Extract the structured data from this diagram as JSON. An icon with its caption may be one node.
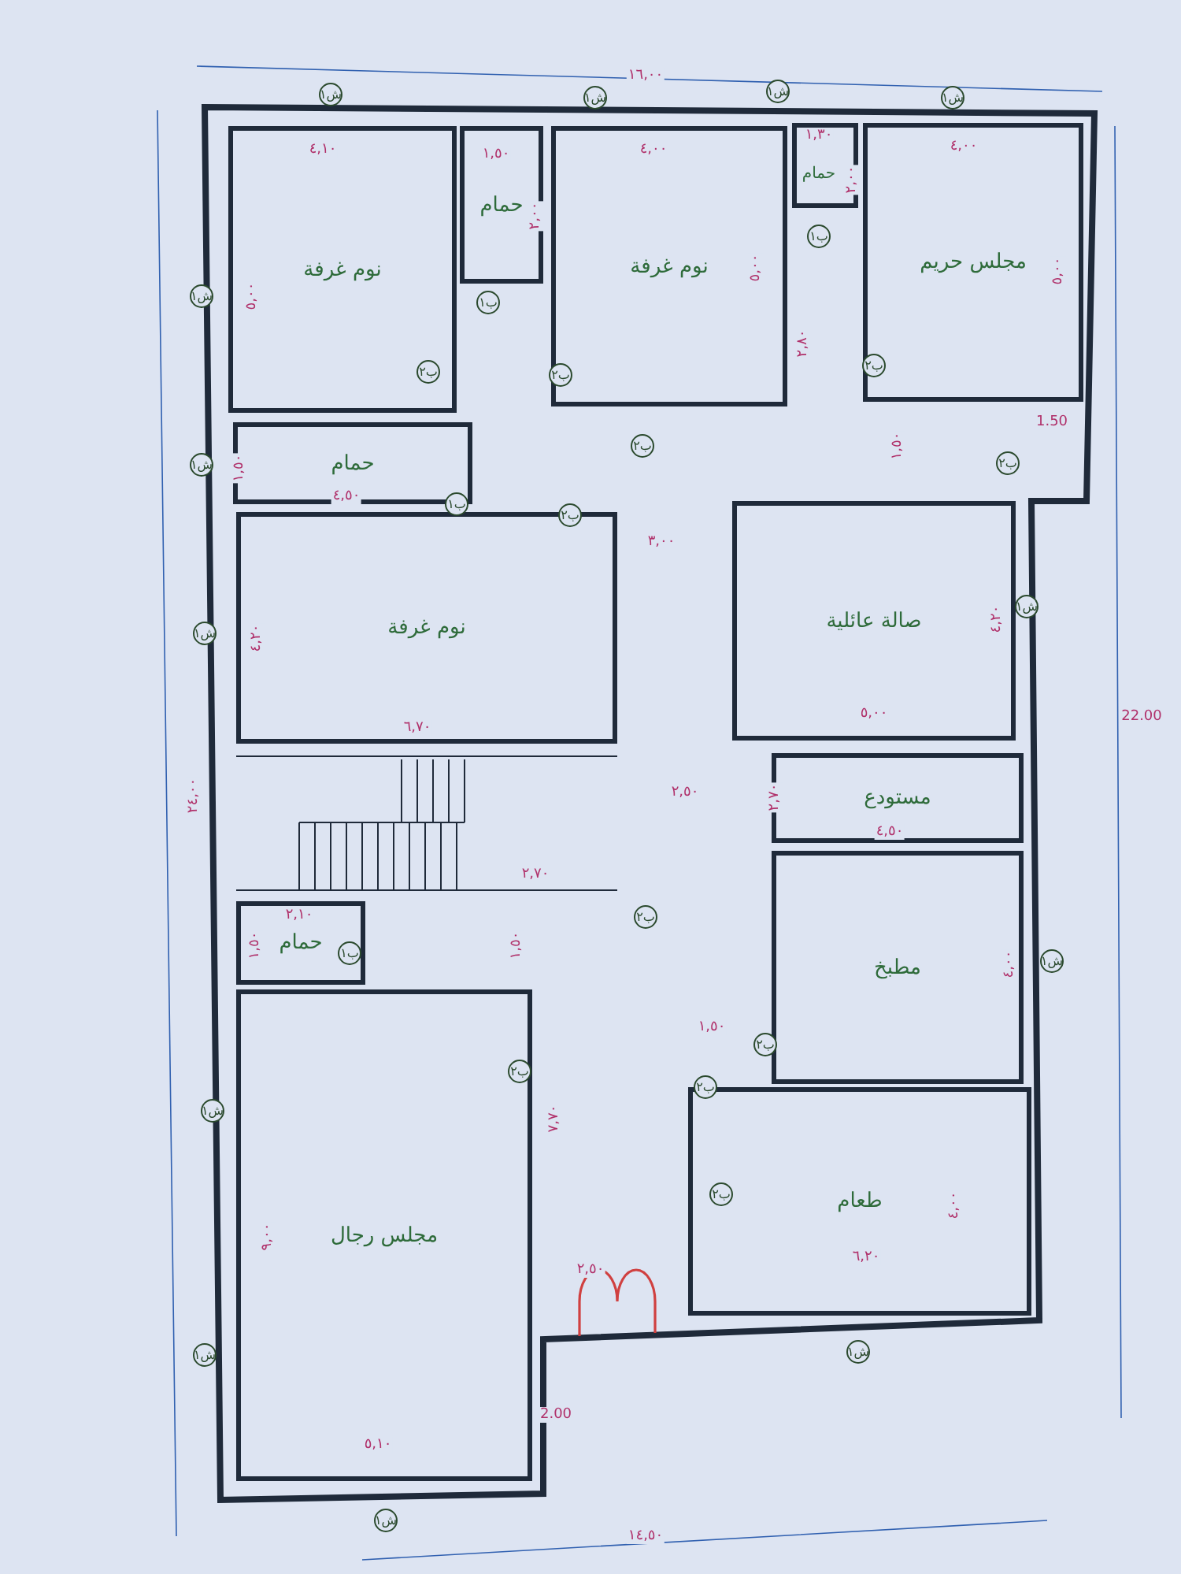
{
  "diagram": {
    "nodes": [
      {
        "text": [
          "نوم غرفة"
        ]
      },
      {
        "text": [
          "حمام"
        ]
      },
      {
        "text": [
          "نوم غرفة"
        ]
      },
      {
        "text": [
          "حمام"
        ]
      },
      {
        "text": [
          "مجلس حريم"
        ]
      },
      {
        "text": [
          "حمام"
        ]
      },
      {
        "text": [
          "نوم غرفة"
        ]
      },
      {
        "text": [
          "صالة عائلية"
        ]
      },
      {
        "text": [
          "مستودع"
        ]
      },
      {
        "text": [
          "حمام"
        ]
      },
      {
        "text": [
          "مطبخ"
        ]
      },
      {
        "text": [
          "مجلس رجال"
        ]
      },
      {
        "text": [
          "طعام"
        ]
      }
    ],
    "labels": [
      "١٦,٠٠",
      "ش١",
      "ش١",
      "ش١",
      "ش١",
      "٤,١٠",
      "١,٥٠",
      "٤,٠٠",
      "١,٣٠",
      "٤,٠٠",
      "٢,٠٠",
      "٢,٠٠",
      "ب١",
      "٥,٠٠",
      "ش١",
      "٥,٠٠",
      "٥,٠٠",
      "ب١",
      "٢,٨٠",
      "ب٢",
      "ب٢",
      "ب٢",
      "1.50",
      "ش١",
      "١,٥٠",
      "ب٢",
      "١,٥٠",
      "ب٢",
      "٤,٥٠",
      "ب١",
      "ب٢",
      "٣,٠٠",
      "ش١",
      "٤,٢٠",
      "ش١",
      "٤,٢٠",
      "٥,٠٠",
      "22.00",
      "٦,٧٠",
      "٢٤,٠٠",
      "٢,٥٠",
      "٢,٧٠",
      "٤,٥٠",
      "٢,٧٠",
      "٢,١٠",
      "ب٢",
      "١,٥٠",
      "١,٥٠",
      "ب١",
      "ش١",
      "٤,٠٠",
      "١,٥٠",
      "ب٢",
      "ب٢",
      "ب٢",
      "ش١",
      "٧,٧٠",
      "ب٢",
      "٤,٠٠",
      "٩,٠٠",
      "٢,٥٠",
      "٦,٢٠",
      "ش١",
      "ش١",
      "2.00",
      "٥,١٠",
      "ش١",
      "١٤,٥٠"
    ]
  }
}
